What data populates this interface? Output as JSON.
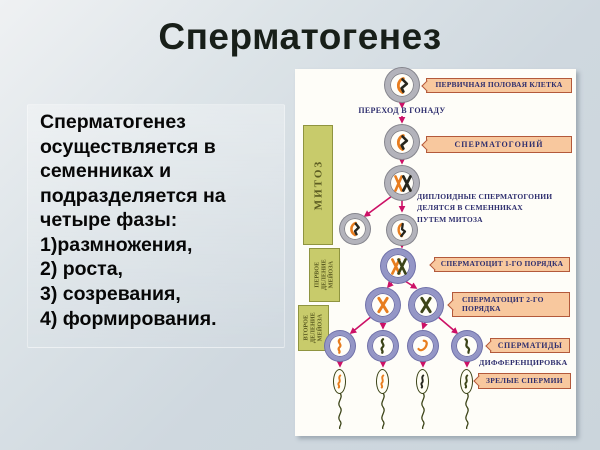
{
  "title": "Сперматогенез",
  "description": "Сперматогенез\nосуществляется в\nсеменниках и\nподразделяется на\nчетыре фазы:\n1)размножения,\n2) роста,\n3) созревания,\n4) формирования.",
  "diagram": {
    "phases": {
      "mitosis": "МИТОЗ",
      "meiosis1": "ПЕРВОЕ\nДЕЛЕНИЕ\nМЕЙОЗА",
      "meiosis2": "ВТОРОЕ\nДЕЛЕНИЕ\nМЕЙОЗА"
    },
    "labels": {
      "primary_germ_cell": "ПЕРВИЧНАЯ ПОЛОВАЯ КЛЕТКА",
      "transition_to_gonad": "ПЕРЕХОД В ГОНАДУ",
      "spermatogonium": "СПЕРМАТОГОНИЙ",
      "diploid_note": "ДИПЛОИДНЫЕ СПЕРМАТОГОНИИ\nДЕЛЯТСЯ В СЕМЕННИКАХ\nПУТЕМ МИТОЗА",
      "spermatocyte_1st_order": "СПЕРМАТОЦИТ 1-ГО ПОРЯДКА",
      "spermatocyte_2nd_order": "СПЕРМАТОЦИТ 2-ГО ПОРЯДКА",
      "spermatids": "СПЕРМАТИДЫ",
      "differentiation": "ДИФФЕРЕНЦИРОВКА",
      "mature_sperm": "ЗРЕЛЫЕ СПЕРМИИ"
    },
    "colors": {
      "banner_fill": "#f8c89e",
      "banner_border": "#b3593b",
      "label_text": "#2e2e6e",
      "phase_fill": "#c8cb6b",
      "phase_text": "#5d5d22",
      "cell_ring_gray": "#b3b3bb",
      "cell_ring_purple": "#9496c6",
      "chromosome_orange": "#e87d1e",
      "chromosome_dark": "#26261e",
      "arrow": "#cc1166"
    }
  }
}
